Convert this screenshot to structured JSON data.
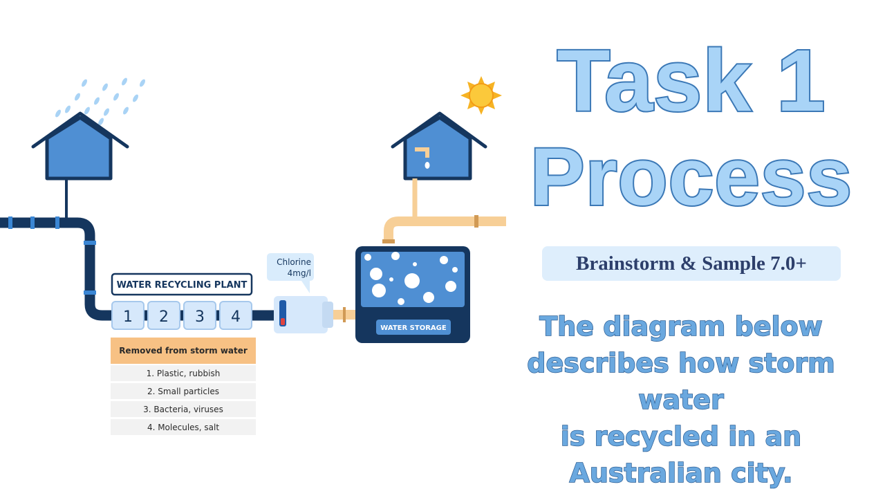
{
  "title": {
    "line1": "Task 1",
    "line2": "Process"
  },
  "subtitle": "Brainstorm & Sample 7.0+",
  "description": {
    "line1": "The diagram below",
    "line2": "describes how storm water",
    "line3": "is recycled in an",
    "line4": "Australian city."
  },
  "diagram": {
    "plant_label": "WATER RECYCLING PLANT",
    "stages": [
      "1",
      "2",
      "3",
      "4"
    ],
    "chlorine_line1": "Chlorine",
    "chlorine_line2": "4mg/l",
    "storage_label": "WATER STORAGE",
    "removed_header": "Removed from storm water",
    "removed_items": [
      "1. Plastic, rubbish",
      "2. Small particles",
      "3. Bacteria, viruses",
      "4. Molecules, salt"
    ]
  },
  "colors": {
    "title_fill": "#a9d4f7",
    "title_stroke": "#3b78b6",
    "pipe_navy": "#15365e",
    "house_blue": "#4f8fd3",
    "clean_pipe": "#f7cf97",
    "removed_header_bg": "#f7c184",
    "sun": "#f6b324"
  }
}
